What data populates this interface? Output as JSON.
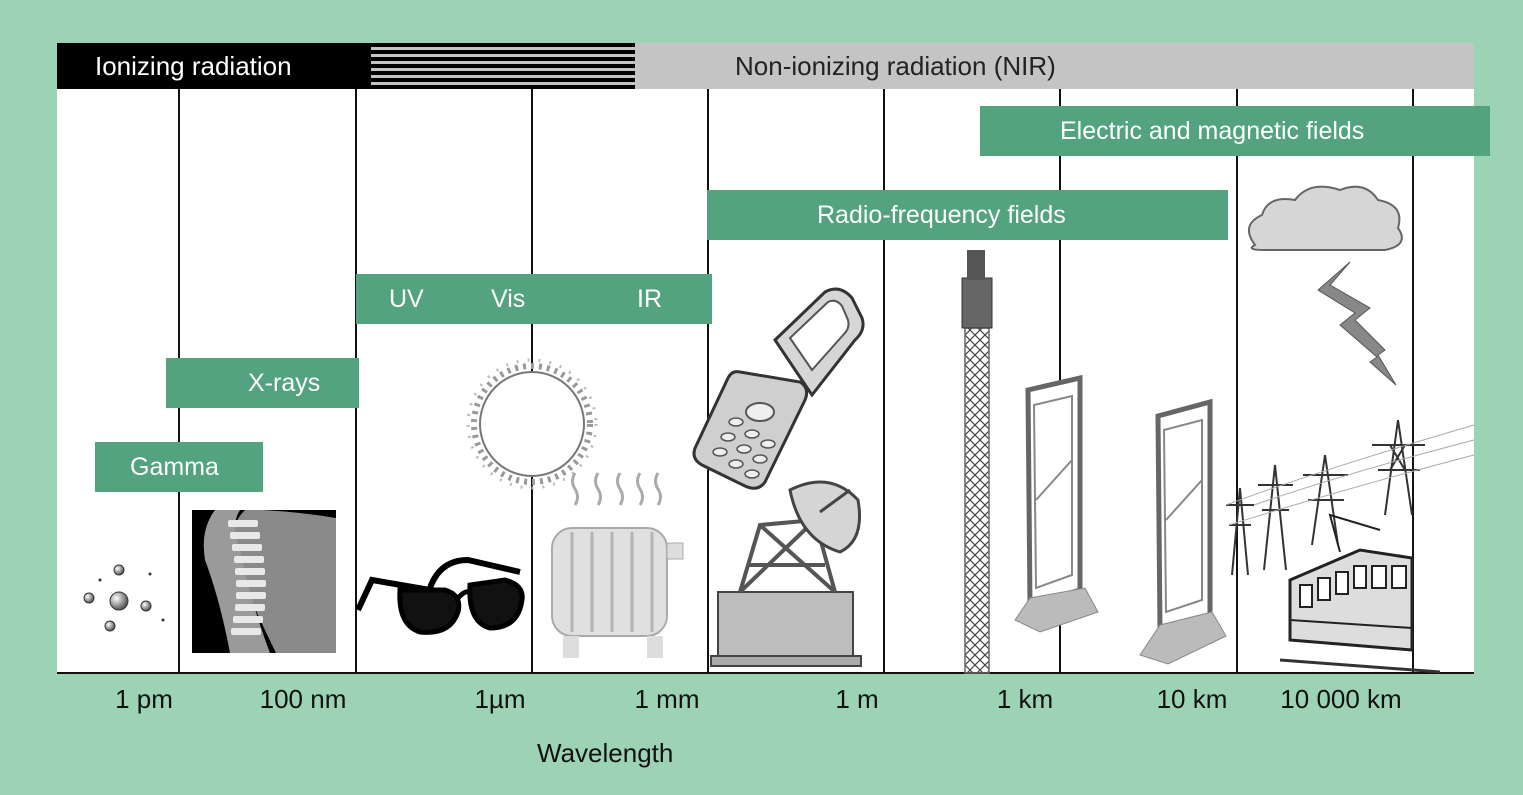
{
  "header": {
    "ionizing": "Ionizing radiation",
    "non_ionizing": "Non-ionizing radiation (NIR)"
  },
  "bands": {
    "gamma": "Gamma",
    "xrays": "X-rays",
    "uv": "UV",
    "vis": "Vis",
    "ir": "IR",
    "radio": "Radio-frequency fields",
    "emf": "Electric and magnetic fields"
  },
  "axis": {
    "label": "Wavelength",
    "ticks": [
      "1 pm",
      "100 nm",
      "1µm",
      "1 mm",
      "1 m",
      "1 km",
      "10 km",
      "10 000 km"
    ]
  },
  "colors": {
    "background": "#9dd3b5",
    "band": "#52a37e",
    "ionizing": "#000000",
    "non_ionizing": "#c4c4c4"
  },
  "icons": [
    "atom-icon",
    "spine-xray-icon",
    "sunglasses-icon",
    "sun-icon",
    "radiator-icon",
    "mobile-phone-icon",
    "satellite-dish-icon",
    "radio-mast-icon",
    "induction-plate-icon",
    "storm-cloud-icon",
    "lightning-icon",
    "power-pylon-icon",
    "tram-icon"
  ]
}
